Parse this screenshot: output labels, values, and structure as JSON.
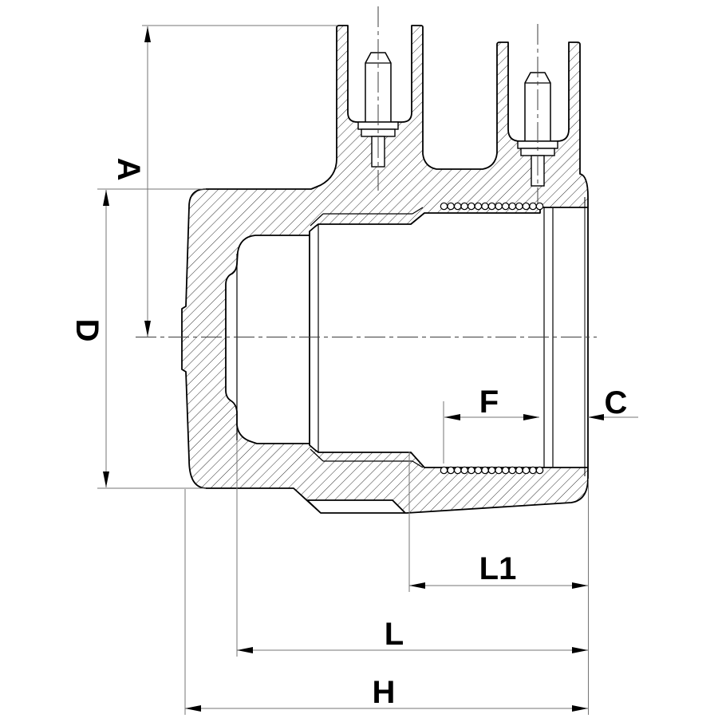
{
  "drawing": {
    "kind": "technical-cross-section",
    "subject": "electrofusion-end-cap-fitting",
    "background": "#ffffff",
    "outline_color": "#000000",
    "dimension_line_color": "#757575",
    "centerline_color": "#3d3d3d",
    "hatch_color": "#1c1c1c"
  },
  "dimensions": {
    "A": {
      "label": "A",
      "orientation": "vertical"
    },
    "D": {
      "label": "D",
      "orientation": "vertical"
    },
    "F": {
      "label": "F",
      "orientation": "horizontal"
    },
    "C": {
      "label": "C",
      "orientation": "horizontal"
    },
    "L1": {
      "label": "L1",
      "orientation": "horizontal"
    },
    "L": {
      "label": "L",
      "orientation": "horizontal"
    },
    "H": {
      "label": "H",
      "orientation": "horizontal"
    }
  },
  "component": {
    "features": [
      "fusion-terminal-left",
      "fusion-terminal-right",
      "heating-coil-top-row",
      "heating-coil-bottom-row",
      "axis-centerline",
      "socket-bore",
      "end-cap-cavity"
    ],
    "coil_turns_visible_per_row": 15,
    "coil_rows": 2
  }
}
